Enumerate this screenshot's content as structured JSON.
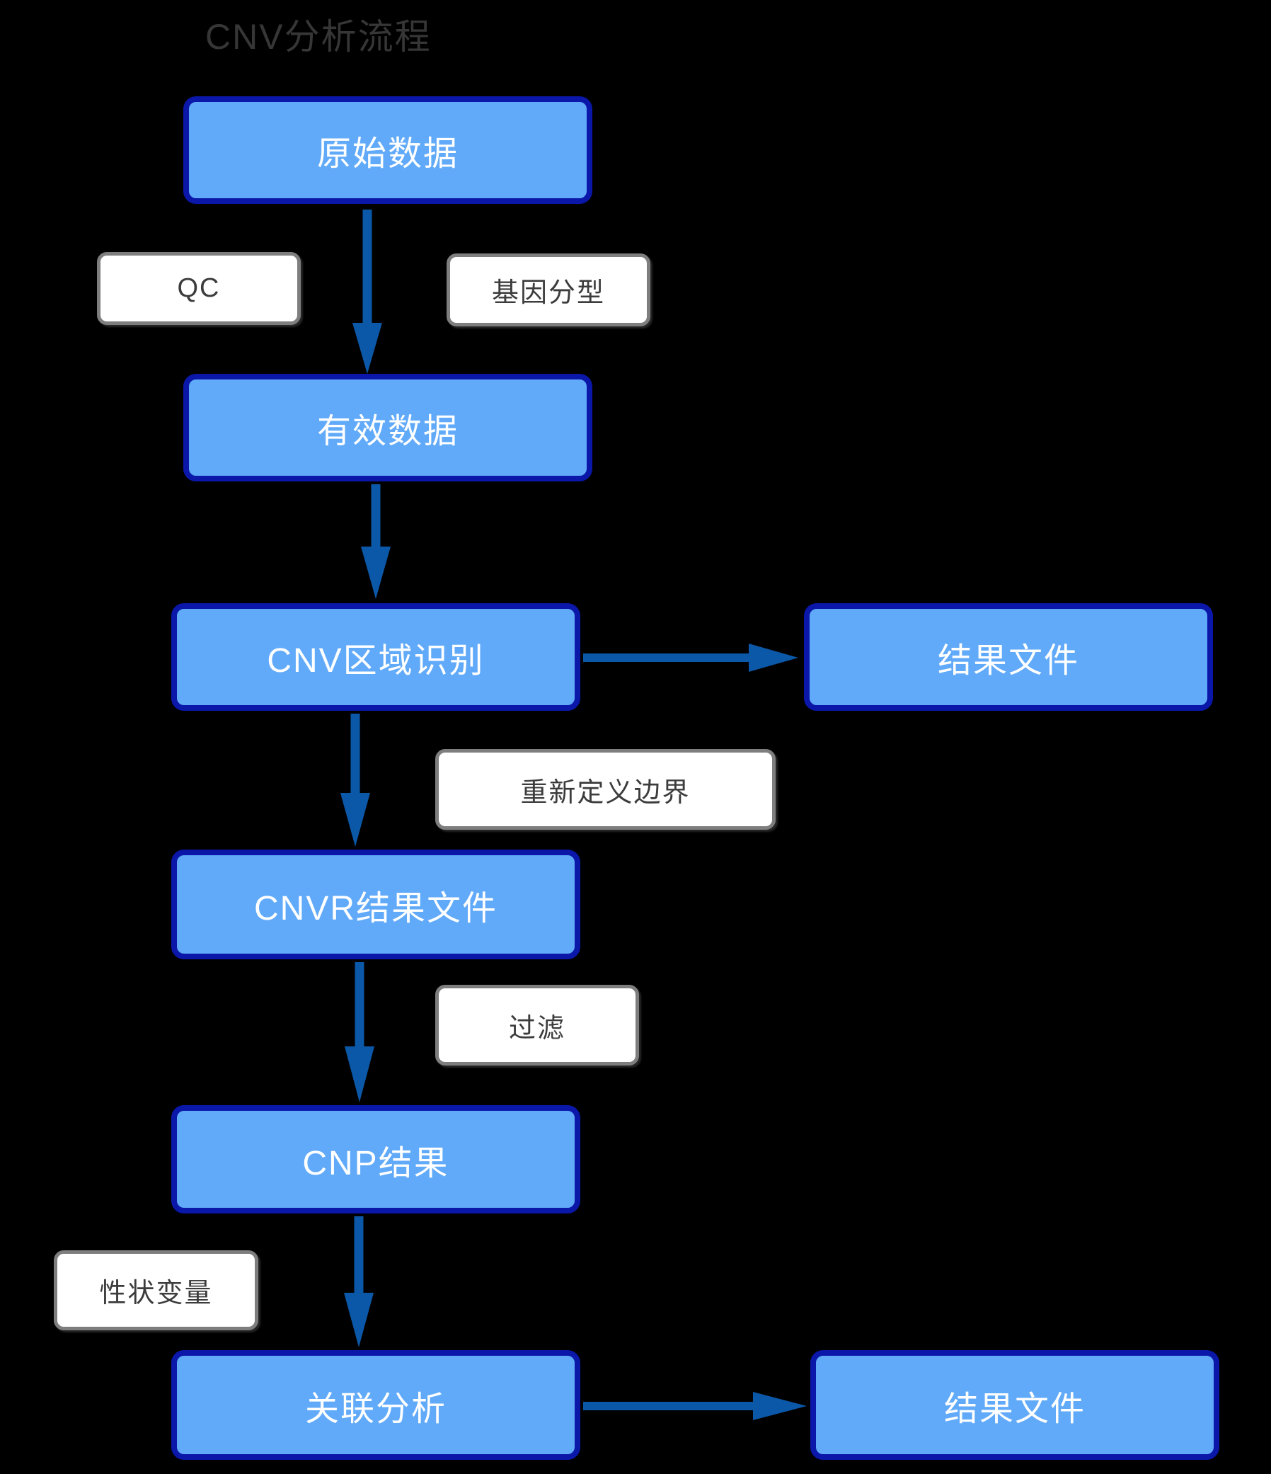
{
  "title": "CNV分析流程",
  "colors": {
    "background": "#000000",
    "title_text": "#363636",
    "node_fill": "#61AAF9",
    "node_border": "#0A17A8",
    "node_text": "#FFFFFF",
    "label_fill": "#FFFFFF",
    "label_border": "#7E7E7E",
    "label_text": "#3C3C3C",
    "arrow": "#0B58A8"
  },
  "nodes": [
    {
      "id": "raw-data",
      "label": "原始数据"
    },
    {
      "id": "valid-data",
      "label": "有效数据"
    },
    {
      "id": "cnv-region",
      "label": "CNV区域识别"
    },
    {
      "id": "result-file-1",
      "label": "结果文件"
    },
    {
      "id": "cnvr-result",
      "label": "CNVR结果文件"
    },
    {
      "id": "cnp-result",
      "label": "CNP结果"
    },
    {
      "id": "association",
      "label": "关联分析"
    },
    {
      "id": "result-file-2",
      "label": "结果文件"
    }
  ],
  "edge_labels": [
    {
      "id": "qc",
      "label": "QC"
    },
    {
      "id": "genotyping",
      "label": "基因分型"
    },
    {
      "id": "redefine-boundary",
      "label": "重新定义边界"
    },
    {
      "id": "filter",
      "label": "过滤"
    },
    {
      "id": "trait-variable",
      "label": "性状变量"
    }
  ],
  "edges": [
    {
      "from": "原始数据",
      "to": "有效数据",
      "labels": [
        "QC",
        "基因分型"
      ]
    },
    {
      "from": "有效数据",
      "to": "CNV区域识别",
      "labels": []
    },
    {
      "from": "CNV区域识别",
      "to": "结果文件",
      "labels": []
    },
    {
      "from": "CNV区域识别",
      "to": "CNVR结果文件",
      "labels": [
        "重新定义边界"
      ]
    },
    {
      "from": "CNVR结果文件",
      "to": "CNP结果",
      "labels": [
        "过滤"
      ]
    },
    {
      "from": "CNP结果",
      "to": "关联分析",
      "labels": [
        "性状变量"
      ]
    },
    {
      "from": "关联分析",
      "to": "结果文件",
      "labels": []
    }
  ]
}
